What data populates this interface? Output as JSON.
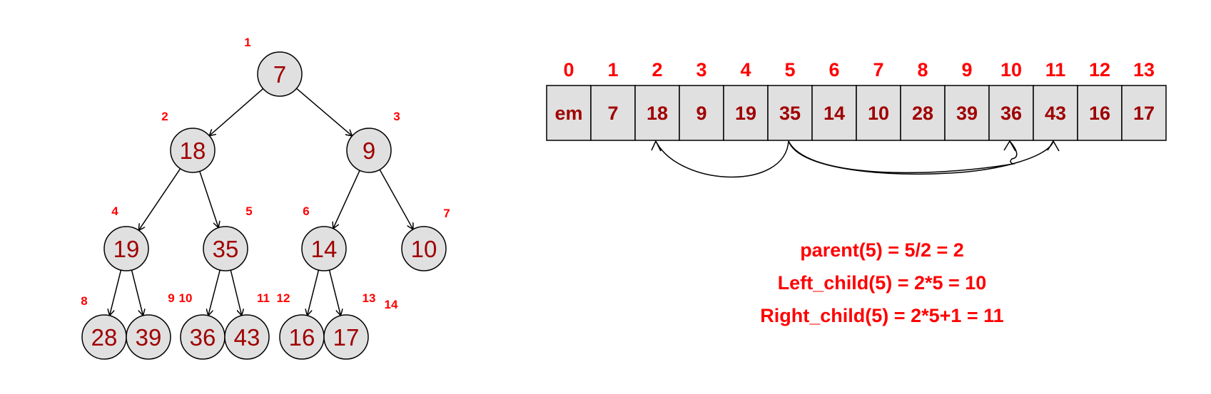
{
  "colors": {
    "index_label": "#ff0000",
    "node_value": "#a00000",
    "node_fill": "#e0e0e0",
    "cell_fill": "#e0e0e0",
    "stroke": "#000000",
    "formula": "#ff0000"
  },
  "tree": {
    "nodes": [
      {
        "index": "1",
        "value": "7"
      },
      {
        "index": "2",
        "value": "18"
      },
      {
        "index": "3",
        "value": "9"
      },
      {
        "index": "4",
        "value": "19"
      },
      {
        "index": "5",
        "value": "35"
      },
      {
        "index": "6",
        "value": "14"
      },
      {
        "index": "7",
        "value": "10"
      },
      {
        "index": "8",
        "value": "28"
      },
      {
        "index": "9",
        "value": "39"
      },
      {
        "index": "10",
        "value": "36"
      },
      {
        "index": "11",
        "value": "43"
      },
      {
        "index": "12",
        "value": "16"
      },
      {
        "index": "13",
        "value": "17"
      }
    ],
    "extra_index": "14"
  },
  "array": {
    "indices": [
      "0",
      "1",
      "2",
      "3",
      "4",
      "5",
      "6",
      "7",
      "8",
      "9",
      "10",
      "11",
      "12",
      "13"
    ],
    "values": [
      "em",
      "7",
      "18",
      "9",
      "19",
      "35",
      "14",
      "10",
      "28",
      "39",
      "36",
      "43",
      "16",
      "17"
    ]
  },
  "formulas": {
    "parent": "parent(5) = 5/2 = 2",
    "left_child": "Left_child(5) = 2*5 = 10",
    "right_child": "Right_child(5) = 2*5+1 = 11"
  }
}
